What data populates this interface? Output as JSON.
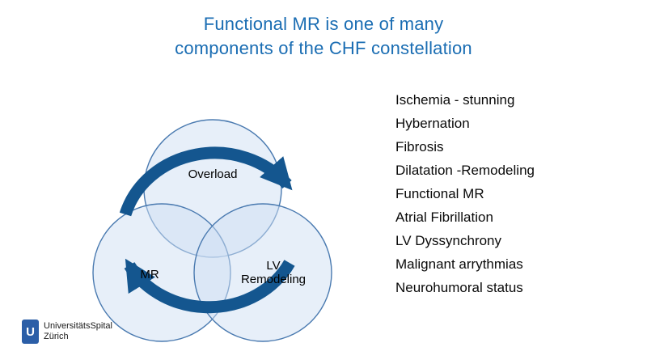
{
  "title": {
    "line1": "Functional MR is one of many",
    "line2": "components of the CHF constellation"
  },
  "venn": {
    "overload_label": "Overload",
    "mr_label": "MR",
    "lv_label_line1": "LV",
    "lv_label_line2": "Remodeling"
  },
  "components_list": {
    "items": [
      "Ischemia - stunning",
      "Hybernation",
      "Fibrosis",
      "Dilatation -Remodeling",
      "Functional MR",
      "Atrial Fibrillation",
      "LV Dyssynchrony",
      "Malignant arrythmias",
      "Neurohumoral status"
    ]
  },
  "logo": {
    "icon_letter": "U",
    "line1": "UniversitätsSpital",
    "line2": "Zürich"
  },
  "colors": {
    "title_blue": "#1a6db3",
    "arrow_blue": "#14568f",
    "circle_fill": "#cfe0f4",
    "circle_stroke": "#4a7ab0",
    "logo_blue": "#2b5ea7"
  }
}
